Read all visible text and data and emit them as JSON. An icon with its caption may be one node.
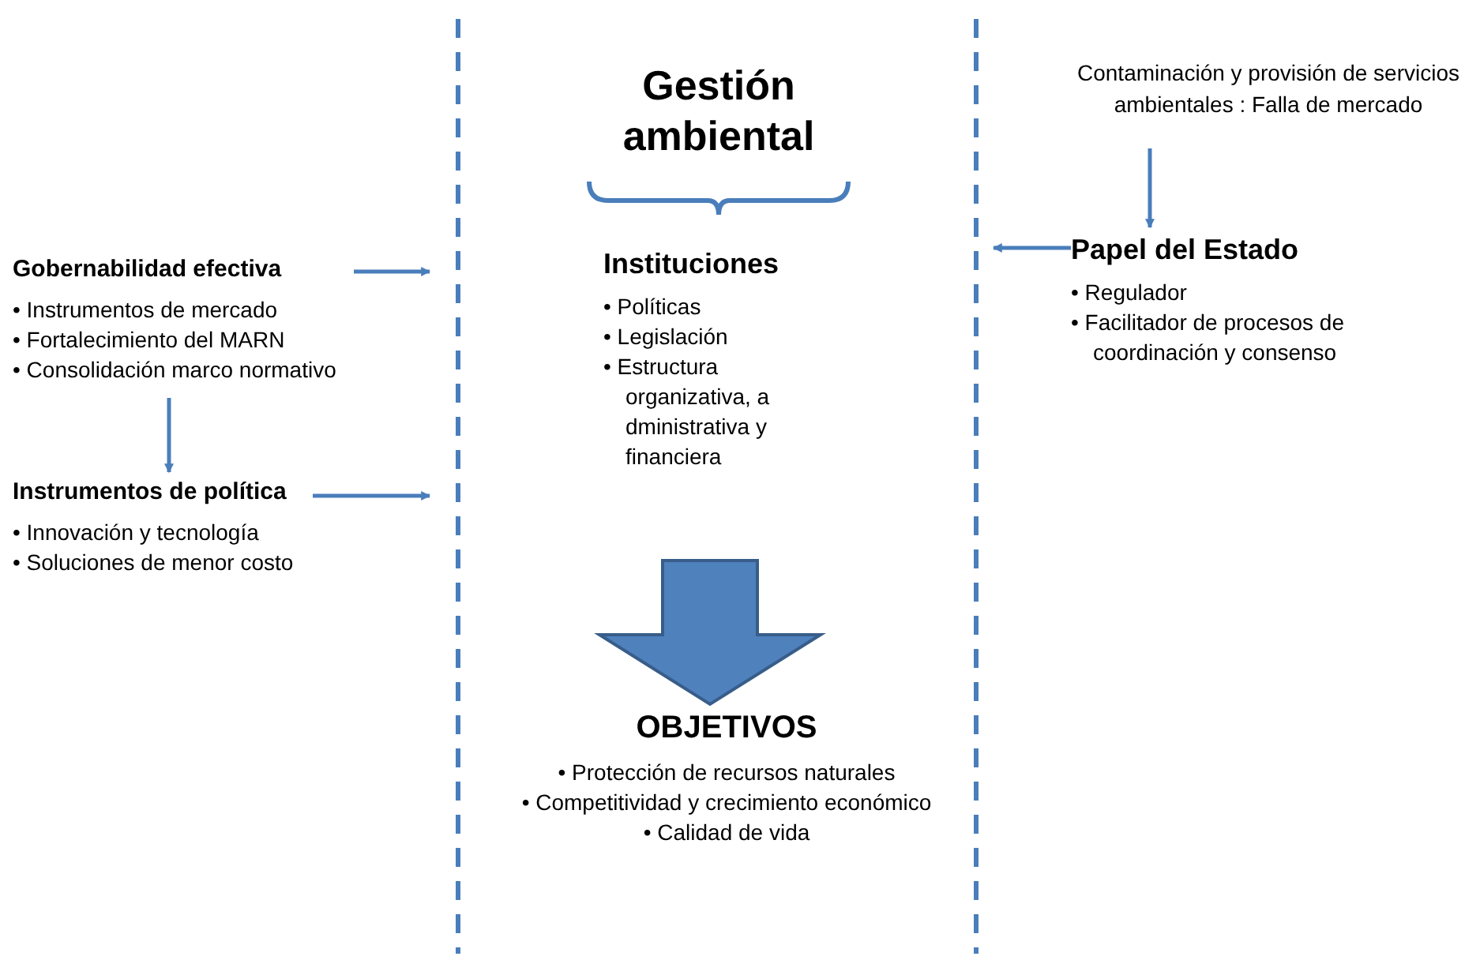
{
  "diagram": {
    "nodes": [
      {
        "text": [
          "Gestión ambiental"
        ]
      },
      {
        "text": [
          "Instituciones",
          "• Políticas",
          "• Legislación",
          "• Estructura organizativa, a dministrativa y financiera"
        ]
      },
      {
        "text": [
          "OBJETIVOS",
          "• Protección de recursos naturales",
          "• Competitividad y crecimiento económico",
          "• Calidad de vida"
        ]
      },
      {
        "text": [
          "Gobernabilidad efectiva",
          "• Instrumentos de mercado",
          "• Fortalecimiento del MARN",
          "• Consolidación marco normativo"
        ]
      },
      {
        "text": [
          "Instrumentos de política",
          "• Innovación y tecnología",
          "• Soluciones de menor costo"
        ]
      },
      {
        "text": [
          "Contaminación y provisión de servicios ambientales : Falla de mercado"
        ]
      },
      {
        "text": [
          "Papel del Estado",
          "• Regulador",
          "• Facilitador de procesos de coordinación y consenso"
        ]
      }
    ],
    "edges": [
      {
        "from": 1,
        "to": 2,
        "arrow": "to",
        "style": "thick"
      },
      {
        "from": 3,
        "to": 4,
        "arrow": "to"
      },
      {
        "from": 3,
        "to": null,
        "arrow": "to"
      },
      {
        "from": 4,
        "to": null,
        "arrow": "to"
      },
      {
        "from": 5,
        "to": 6,
        "arrow": "to"
      },
      {
        "from": 6,
        "to": null,
        "arrow": "to"
      }
    ]
  }
}
